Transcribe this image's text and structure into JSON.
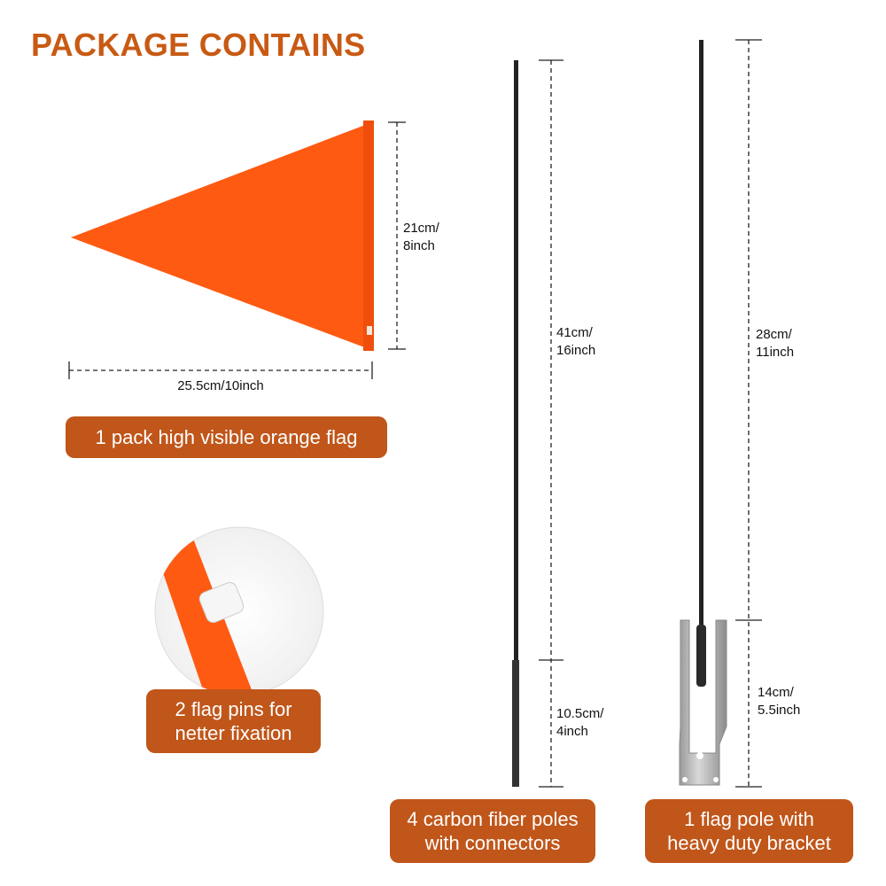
{
  "title": "PACKAGE CONTAINS",
  "flag": {
    "height_line1": "21cm/",
    "height_line2": "8inch",
    "width": "25.5cm/10inch",
    "label": "1 pack high visible orange flag"
  },
  "pins": {
    "label_line1": "2 flag pins for",
    "label_line2": "netter fixation"
  },
  "poles": {
    "length_line1": "41cm/",
    "length_line2": "16inch",
    "connector_line1": "10.5cm/",
    "connector_line2": "4inch",
    "label_line1": "4 carbon fiber poles",
    "label_line2": "with connectors"
  },
  "bracket_pole": {
    "length_line1": "28cm/",
    "length_line2": "11inch",
    "bracket_line1": "14cm/",
    "bracket_line2": "5.5inch",
    "label_line1": "1 flag pole with",
    "label_line2": "heavy duty bracket"
  },
  "colors": {
    "accent": "#c0561a",
    "flag": "#ff5a12"
  }
}
